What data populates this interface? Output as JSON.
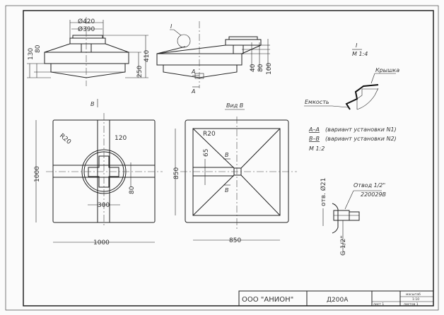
{
  "title_block": {
    "company": "ООО \"АНИОН\"",
    "designation": "Д200А",
    "sheet_label": "лист 1",
    "scale_label": "масштаб",
    "scale_value": "1:10",
    "sheets_label": "листов 1"
  },
  "front_view": {
    "dia_outer": "Ø420",
    "dia_inner": "Ø390",
    "dim_130": "130",
    "dim_80": "80",
    "dim_250": "250",
    "dim_410": "410"
  },
  "side_view": {
    "detail_callout": "I",
    "section_a_top": "A",
    "section_a_bottom": "A",
    "dim_40": "40",
    "dim_80": "80",
    "dim_100": "100"
  },
  "detail": {
    "label": "I",
    "scale": "М 1:4",
    "lid_label": "Крышка",
    "tank_label": "Емкость"
  },
  "notes": {
    "aa": "А–А",
    "aa_text": "(вариант установки N1)",
    "bb": "В–В",
    "bb_text": "(вариант установки N2)",
    "scale": "М 1:2"
  },
  "plan_view": {
    "view_arrow": "В",
    "radius": "R20",
    "dim_120": "120",
    "dim_80": "80",
    "dim_300": "300",
    "dim_width": "1000",
    "dim_height": "1000"
  },
  "bottom_view": {
    "title": "Вид В",
    "radius": "R20",
    "dim_65": "65",
    "section_b_top": "В",
    "section_b_bottom": "В",
    "dim_width": "850",
    "dim_height": "850"
  },
  "fitting": {
    "hole": "отв. Ø21",
    "name": "Отвод 1/2\"",
    "code": "220029В",
    "thread": "G 1/2\""
  }
}
